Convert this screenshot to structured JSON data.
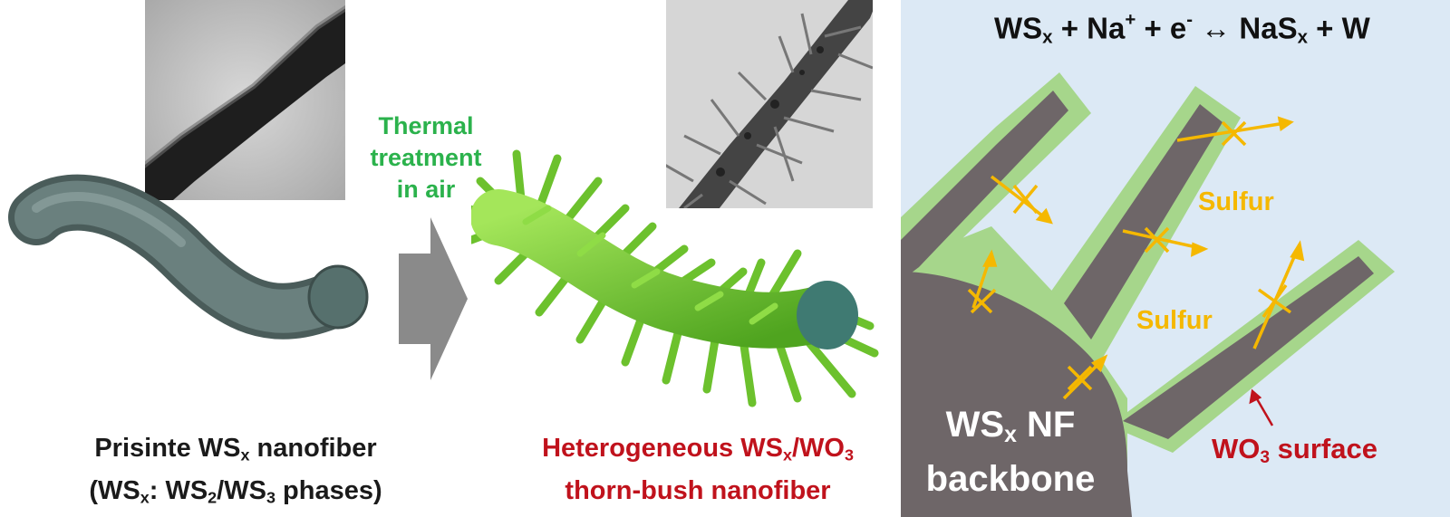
{
  "left": {
    "label_line1_pre": "Prisinte WS",
    "label_line1_sub": "x",
    "label_line1_post": " nanofiber",
    "label_line2_a": "(WS",
    "label_line2_a_sub": "x",
    "label_line2_b": ": WS",
    "label_line2_b_sub": "2",
    "label_line2_c": "/WS",
    "label_line2_c_sub": "3",
    "label_line2_d": " phases)"
  },
  "arrow": {
    "line1": "Thermal",
    "line2": "treatment",
    "line3": "in air"
  },
  "middle": {
    "label_line1_pre": "Heterogeneous WS",
    "label_line1_sub": "x",
    "label_line1_mid": "/WO",
    "label_line1_sub2": "3",
    "label_line2": "thorn-bush nanofiber"
  },
  "right": {
    "equation": {
      "p1": "WS",
      "p1_sub": "x",
      "p2": " + Na",
      "p2_sup": "+",
      "p3": " + e",
      "p3_sup": "-",
      "p4": " ↔ NaS",
      "p4_sub": "x",
      "p5": " + W"
    },
    "sulfur_top": "Sulfur",
    "sulfur_mid": "Sulfur",
    "backbone_line1_pre": "WS",
    "backbone_line1_sub": "x",
    "backbone_line1_post": " NF",
    "backbone_line2": "backbone",
    "wo3_pre": "WO",
    "wo3_sub": "3",
    "wo3_post": " surface"
  },
  "colors": {
    "green_text": "#2bb24c",
    "red_text": "#c0121c",
    "sulfur_text": "#f5b800",
    "panel_bg": "#dce9f5",
    "backbone_fill": "#6e6668",
    "wo3_shell": "#a6d68b",
    "fiber_gray": "#5f7472",
    "thorn_green": "#7fd13b"
  }
}
